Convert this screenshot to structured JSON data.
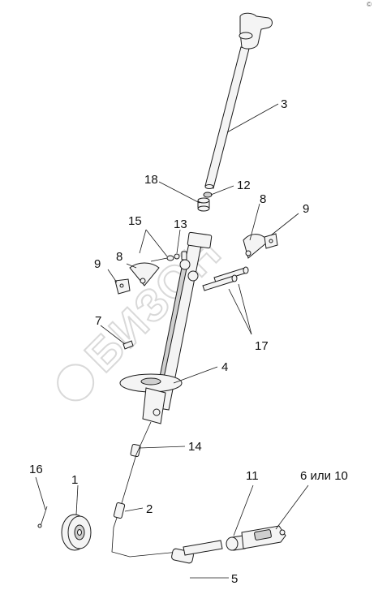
{
  "callouts": {
    "c1": "1",
    "c2": "2",
    "c3": "3",
    "c4": "4",
    "c5": "5",
    "c6": "6 или 10",
    "c7": "7",
    "c8a": "8",
    "c8b": "8",
    "c9a": "9",
    "c9b": "9",
    "c11": "11",
    "c12": "12",
    "c13": "13",
    "c14": "14",
    "c15": "15",
    "c16": "16",
    "c17": "17",
    "c18": "18"
  },
  "watermark": {
    "text": "БИЗОН"
  },
  "corner_mark": "©"
}
